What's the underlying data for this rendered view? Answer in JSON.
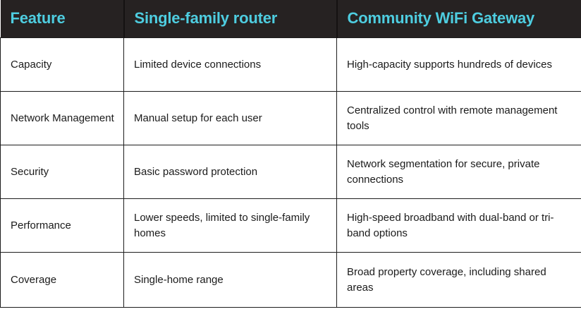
{
  "theme": {
    "header_background": "#262222",
    "header_text_color": "#4ecde0",
    "body_background": "#ffffff",
    "body_text_color": "#1b1b1b",
    "border_color": "#1d1d1d"
  },
  "table": {
    "columns": [
      {
        "key": "feature",
        "label": "Feature"
      },
      {
        "key": "router",
        "label": "Single-family router"
      },
      {
        "key": "gateway",
        "label": "Community WiFi Gateway"
      }
    ],
    "rows": [
      {
        "feature": "Capacity",
        "router": "Limited device connections",
        "gateway": "High-capacity supports hundreds of devices"
      },
      {
        "feature": "Network Management",
        "router": "Manual setup for each user",
        "gateway": "Centralized control with remote management tools"
      },
      {
        "feature": "Security",
        "router": "Basic password protection",
        "gateway": "Network segmentation for secure, private connections"
      },
      {
        "feature": "Performance",
        "router": "Lower speeds, limited to single-family homes",
        "gateway": "High-speed broadband with dual-band or tri-band options"
      },
      {
        "feature": "Coverage",
        "router": "Single-home range",
        "gateway": "Broad property coverage, including shared areas"
      }
    ]
  }
}
